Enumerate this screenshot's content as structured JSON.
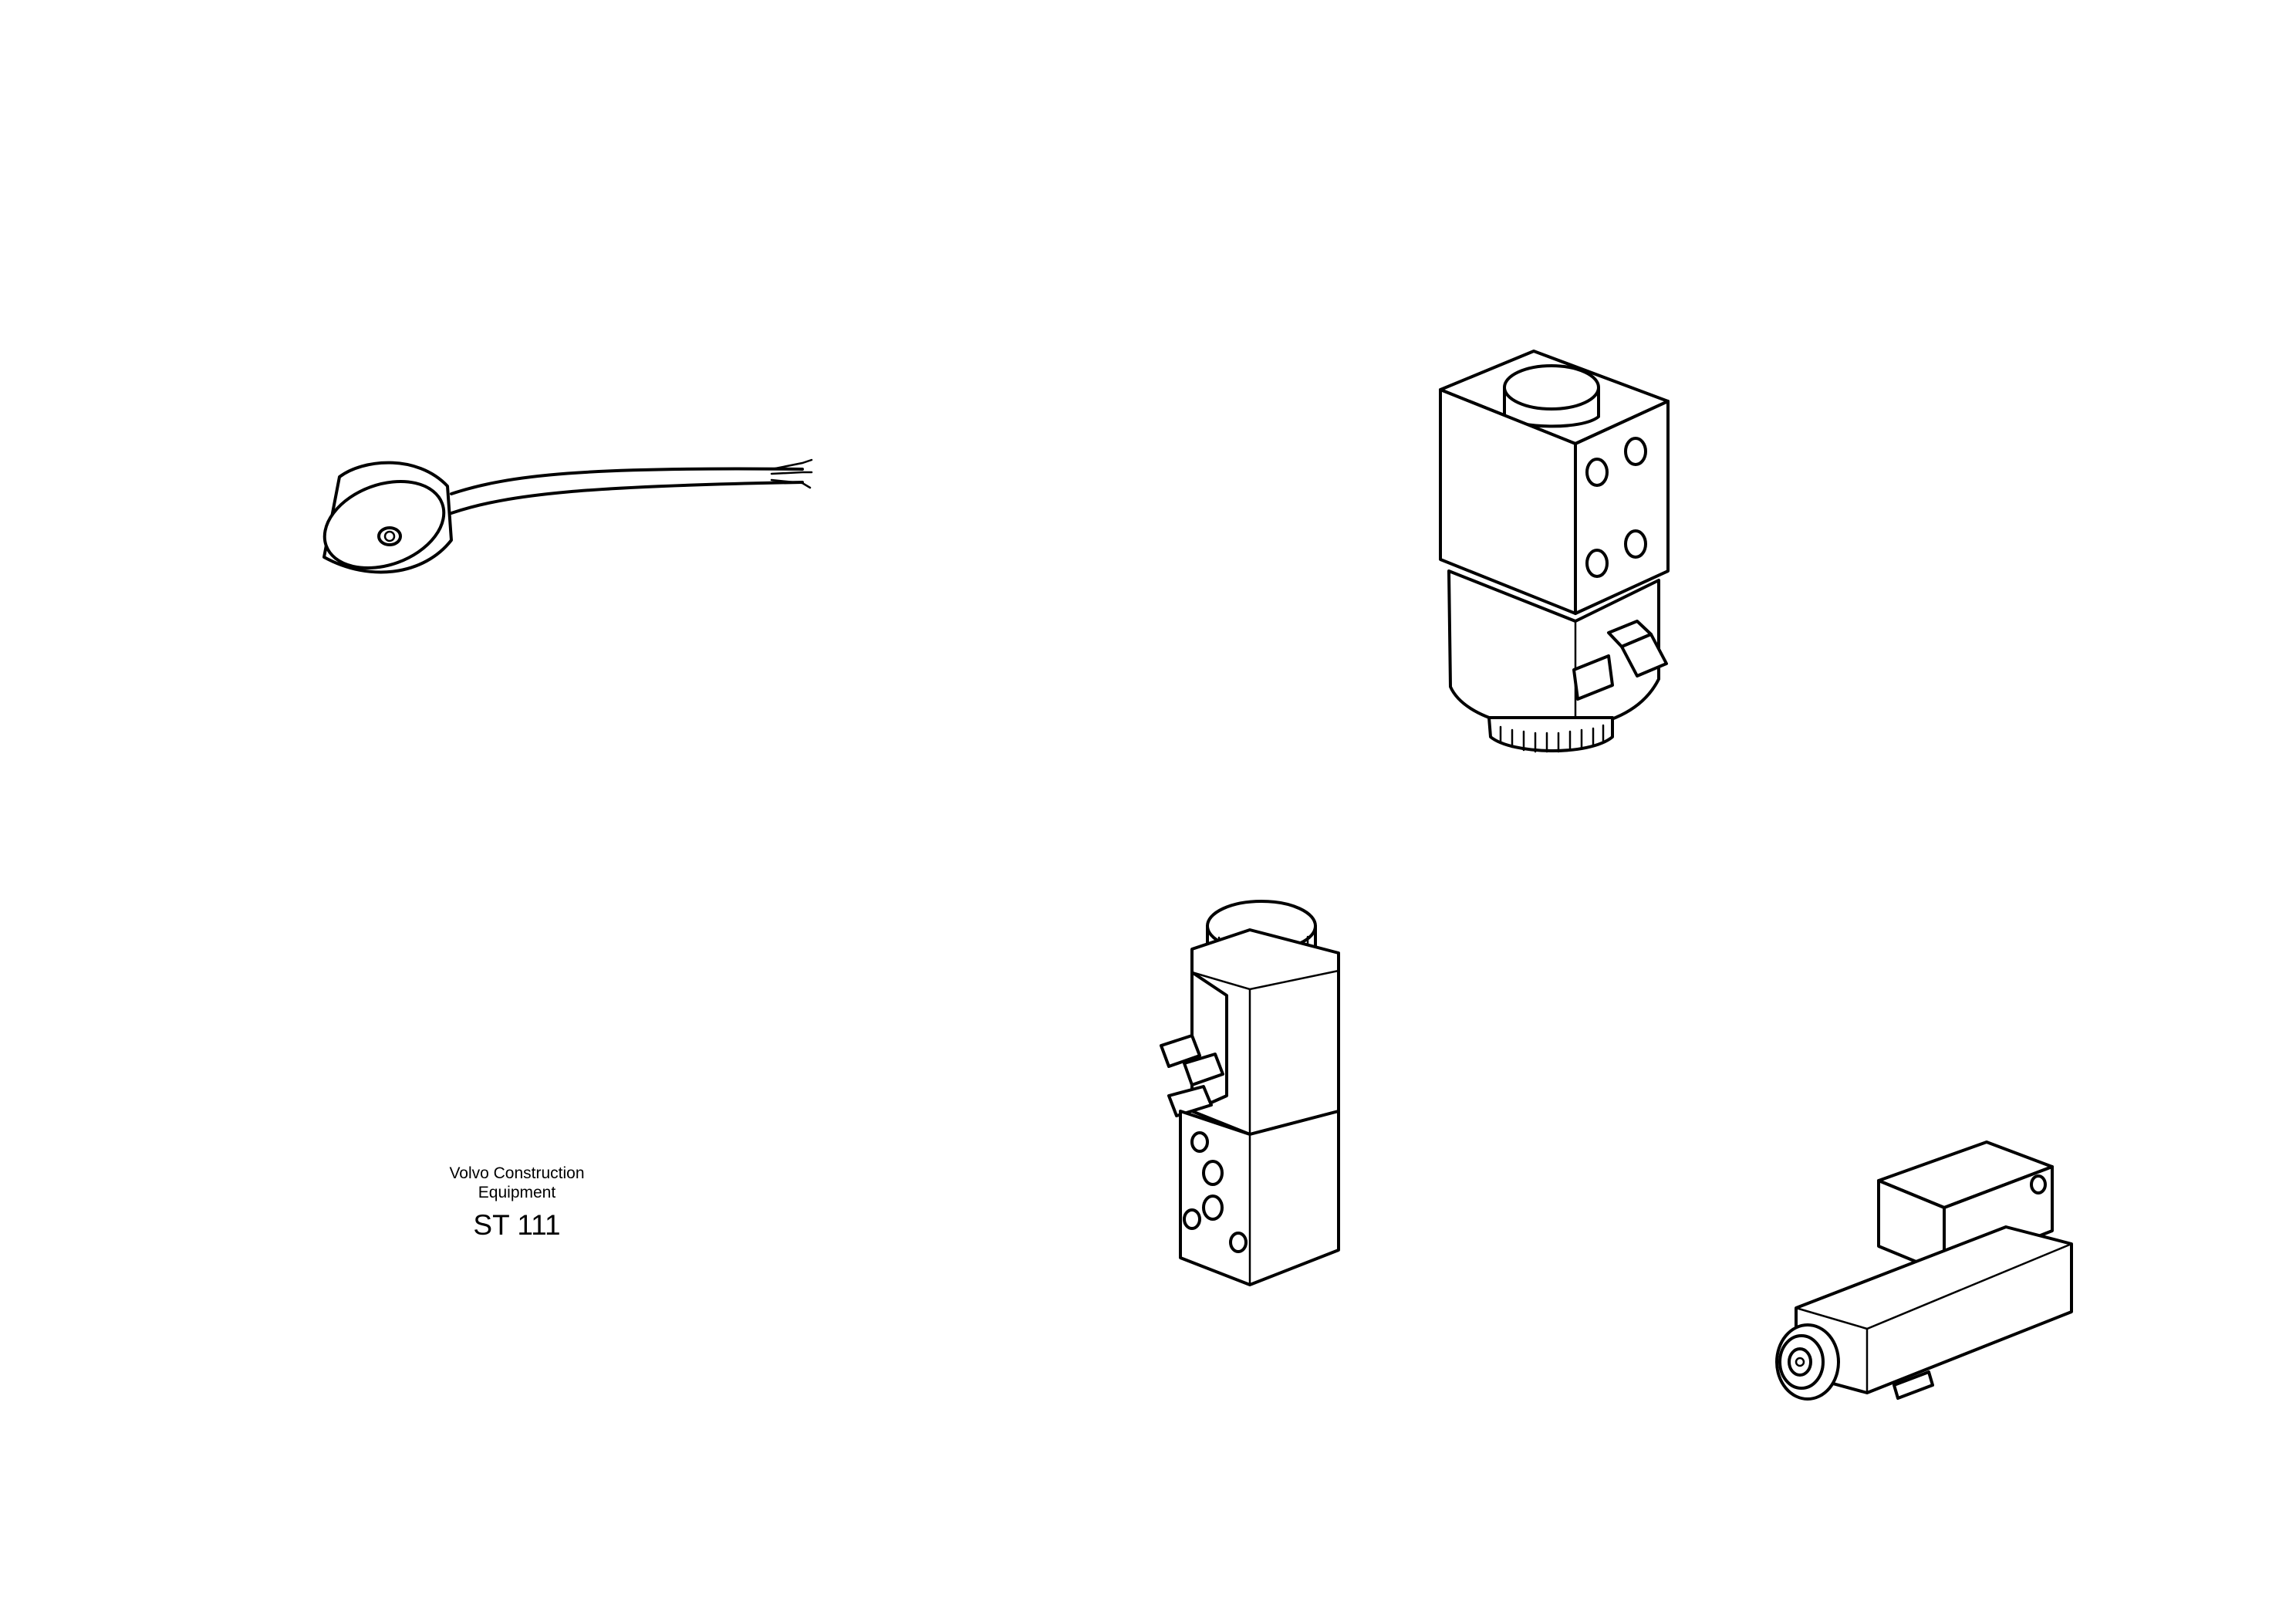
{
  "caption": {
    "line1": "Volvo Construction",
    "line2": "Equipment",
    "code": "ST 111"
  },
  "colors": {
    "line": "#000000",
    "background": "#ffffff"
  }
}
